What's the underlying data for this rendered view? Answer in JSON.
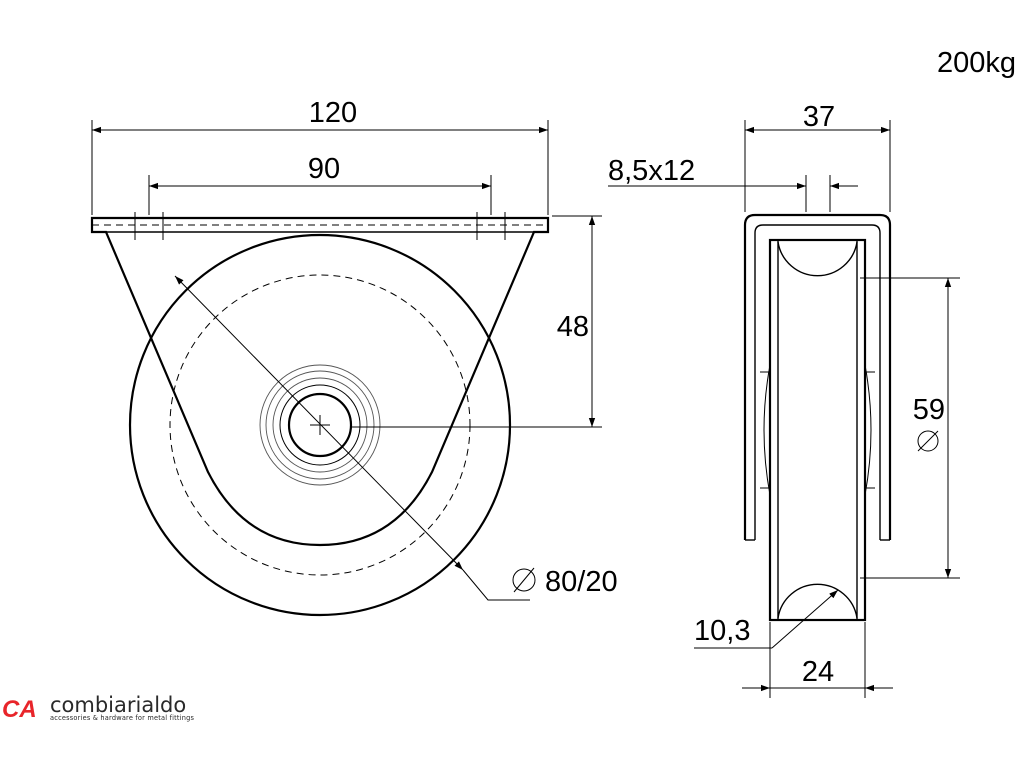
{
  "load_rating": "200kg",
  "front_view": {
    "dim_plate_width": "120",
    "dim_hole_spacing": "90",
    "dim_axle_height": "48",
    "dim_wheel_bore": "80/20"
  },
  "side_view": {
    "dim_bracket_width": "37",
    "dim_slot": "8,5x12",
    "dim_groove_diameter": "59",
    "dim_groove_radius": "10,3",
    "dim_wheel_width": "24"
  },
  "brand": {
    "logo": "CA",
    "name": "combiarialdo",
    "tagline": "accessories & hardware for metal fittings",
    "accent_color": "#e8252a"
  }
}
